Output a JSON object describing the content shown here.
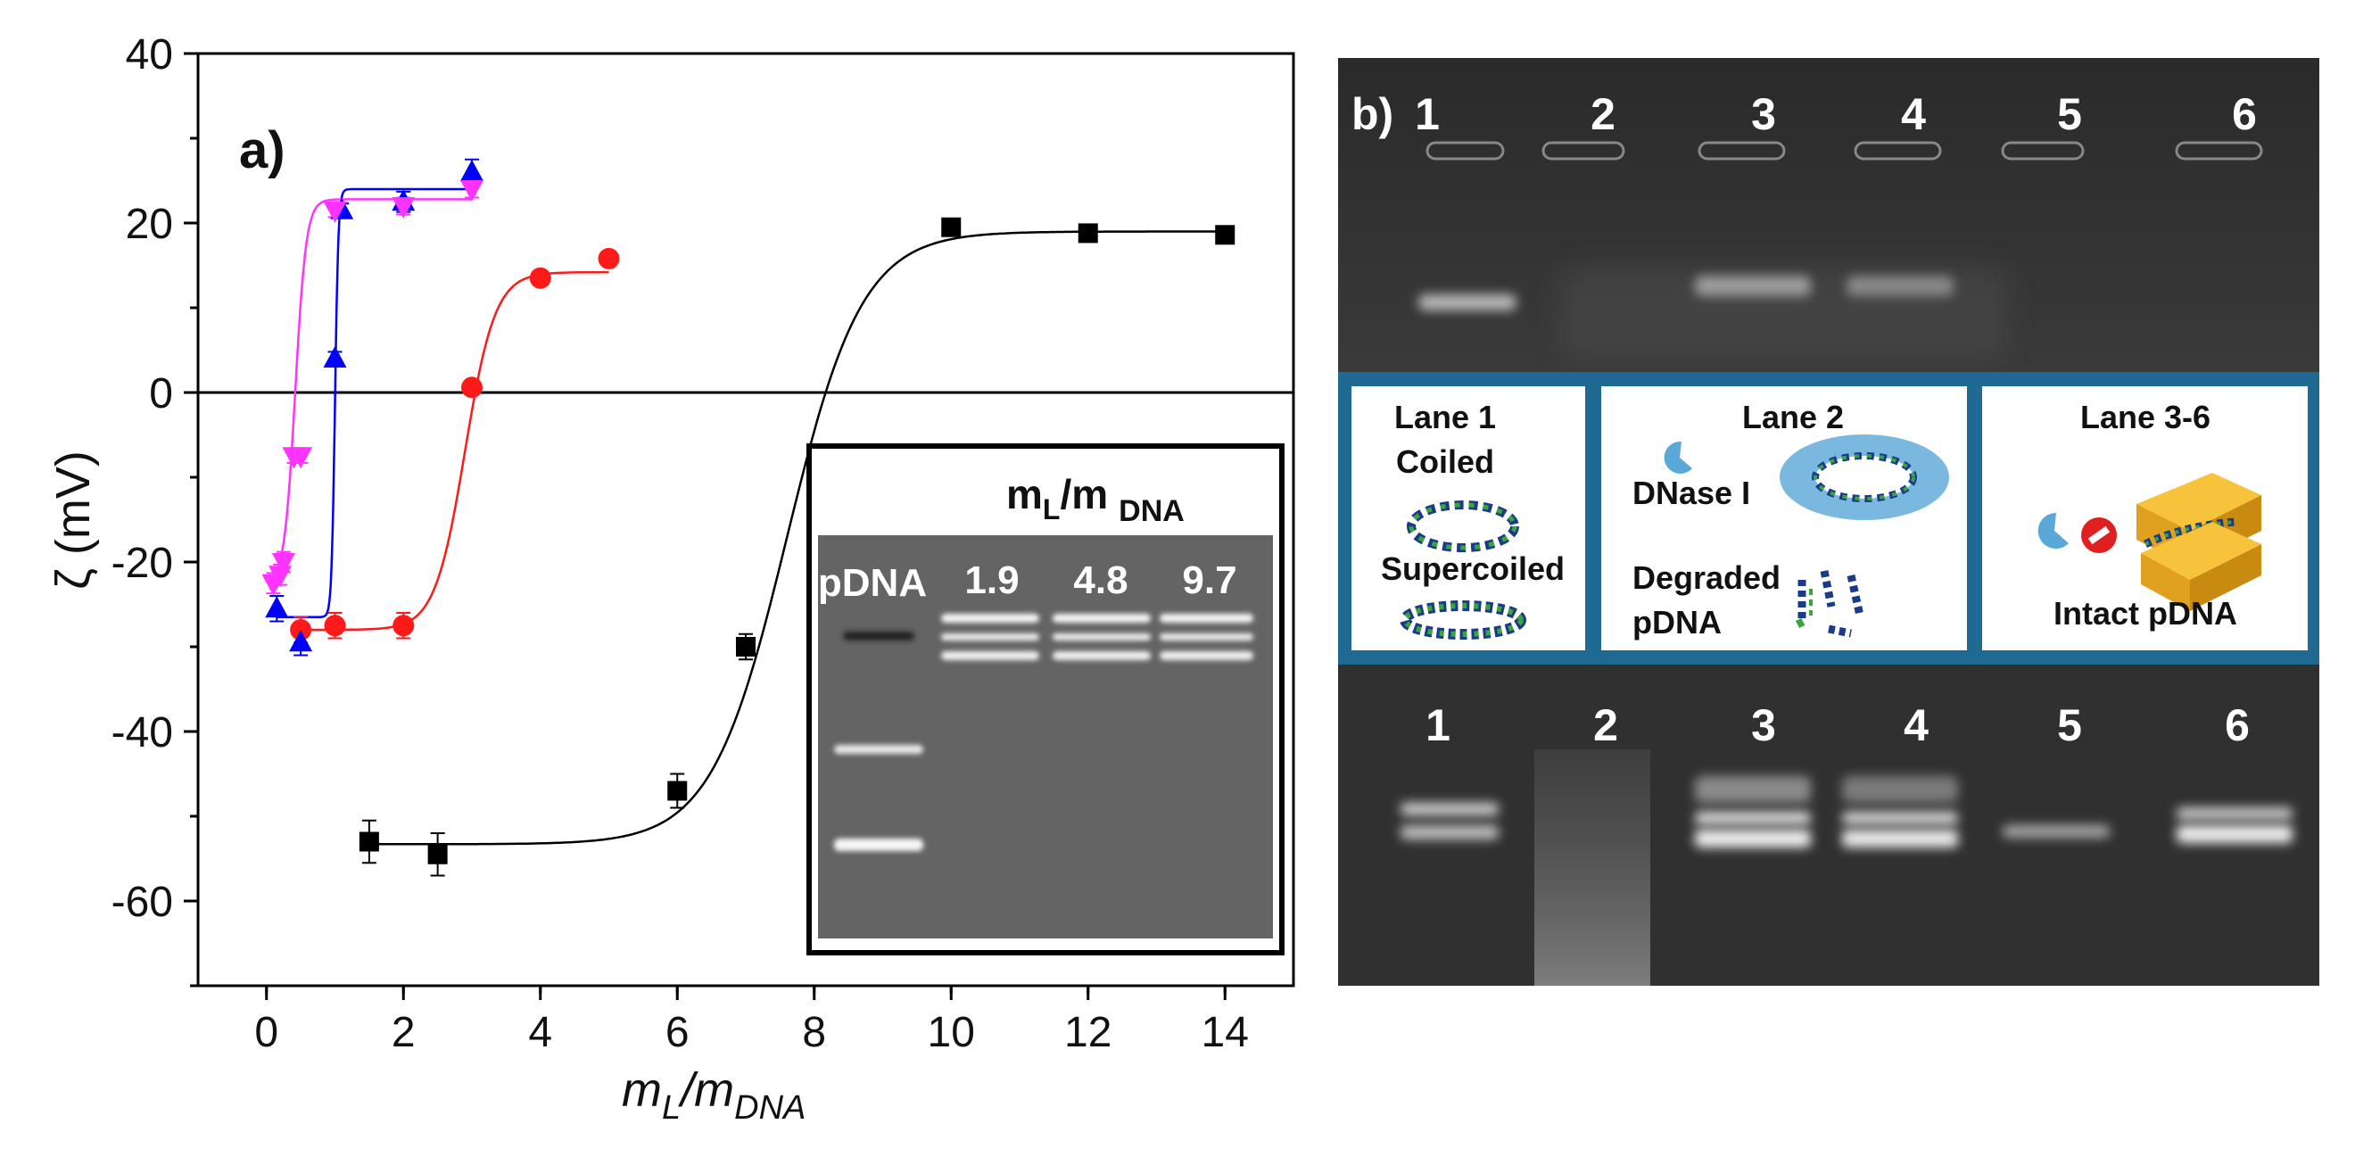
{
  "chart_data": [
    {
      "panel": "a)",
      "type": "scatter",
      "xlabel_main": "m",
      "xlabel_sub1": "L",
      "xlabel_mid": "/m",
      "xlabel_sub2": "DNA",
      "ylabel": "ζ (mV)",
      "xlim": [
        -1,
        15
      ],
      "ylim": [
        -70,
        40
      ],
      "xticks": [
        0,
        2,
        4,
        6,
        8,
        10,
        12,
        14
      ],
      "yticks": [
        40,
        20,
        0,
        -20,
        -40,
        -60
      ],
      "reference_line_y": 0,
      "series": [
        {
          "color": "#000000",
          "marker": "square",
          "x": [
            1.5,
            2.5,
            6,
            7,
            10,
            12,
            14
          ],
          "y": [
            -53,
            -54.5,
            -47,
            -30,
            19.5,
            18.8,
            18.6
          ],
          "err": [
            2.5,
            2.5,
            2,
            1.5,
            1,
            0.8,
            0.8
          ],
          "fit": {
            "min": -53.3,
            "max": 19.0,
            "x0": 7.6,
            "w": 0.55,
            "xrange": [
              1.5,
              14
            ]
          }
        },
        {
          "color": "#ff1a1a",
          "marker": "circle",
          "x": [
            0.5,
            1,
            2,
            3,
            4,
            5
          ],
          "y": [
            -28,
            -27.5,
            -27.5,
            0.6,
            13.5,
            15.8
          ],
          "err": [
            1.5,
            1.5,
            1.5,
            0.8,
            0.8,
            0.6
          ],
          "fit": {
            "min": -28,
            "max": 14.2,
            "x0": 2.9,
            "w": 0.22,
            "xrange": [
              0.5,
              5
            ]
          }
        },
        {
          "color": "#0000ff",
          "marker": "triangle-up",
          "x": [
            0.15,
            0.5,
            1,
            1.1,
            2,
            3
          ],
          "y": [
            -25.5,
            -29.5,
            4,
            21.5,
            22.5,
            26
          ],
          "err": [
            1.5,
            1.5,
            0.8,
            0.8,
            1.2,
            1.5
          ],
          "fit": {
            "min": -26.5,
            "max": 24,
            "x0": 1.0,
            "w": 0.025,
            "xrange": [
              0.15,
              3
            ]
          }
        },
        {
          "color": "#ff33ff",
          "marker": "triangle-down",
          "x": [
            0.1,
            0.2,
            0.25,
            0.4,
            0.5,
            1,
            2,
            3
          ],
          "y": [
            -22.5,
            -21.5,
            -20,
            -7.5,
            -7.5,
            21.5,
            22,
            24
          ],
          "err": [
            1.2,
            1.2,
            1.2,
            0.8,
            0.8,
            0.8,
            1,
            1
          ],
          "fit": {
            "min": -22.5,
            "max": 22.8,
            "x0": 0.42,
            "w": 0.08,
            "xrange": [
              0.1,
              3
            ]
          }
        }
      ],
      "inset": {
        "title_main": "m",
        "title_sub1": "L",
        "title_mid": "/m",
        "title_sub2": "DNA",
        "lanes": [
          "pDNA",
          "1.9",
          "4.8",
          "9.7"
        ]
      }
    },
    {
      "panel": "b)",
      "type": "image",
      "top_lanes": [
        "1",
        "2",
        "3",
        "4",
        "5",
        "6"
      ],
      "bottom_lanes": [
        "1",
        "2",
        "3",
        "4",
        "5",
        "6"
      ],
      "legend_boxes": [
        {
          "title": "Lane 1",
          "line1": "Coiled",
          "line2": "Supercoiled"
        },
        {
          "title": "Lane 2",
          "line1": "DNase I",
          "line2": "Degraded",
          "line3": "pDNA"
        },
        {
          "title": "Lane 3-6",
          "line1": "Intact pDNA"
        }
      ]
    }
  ]
}
